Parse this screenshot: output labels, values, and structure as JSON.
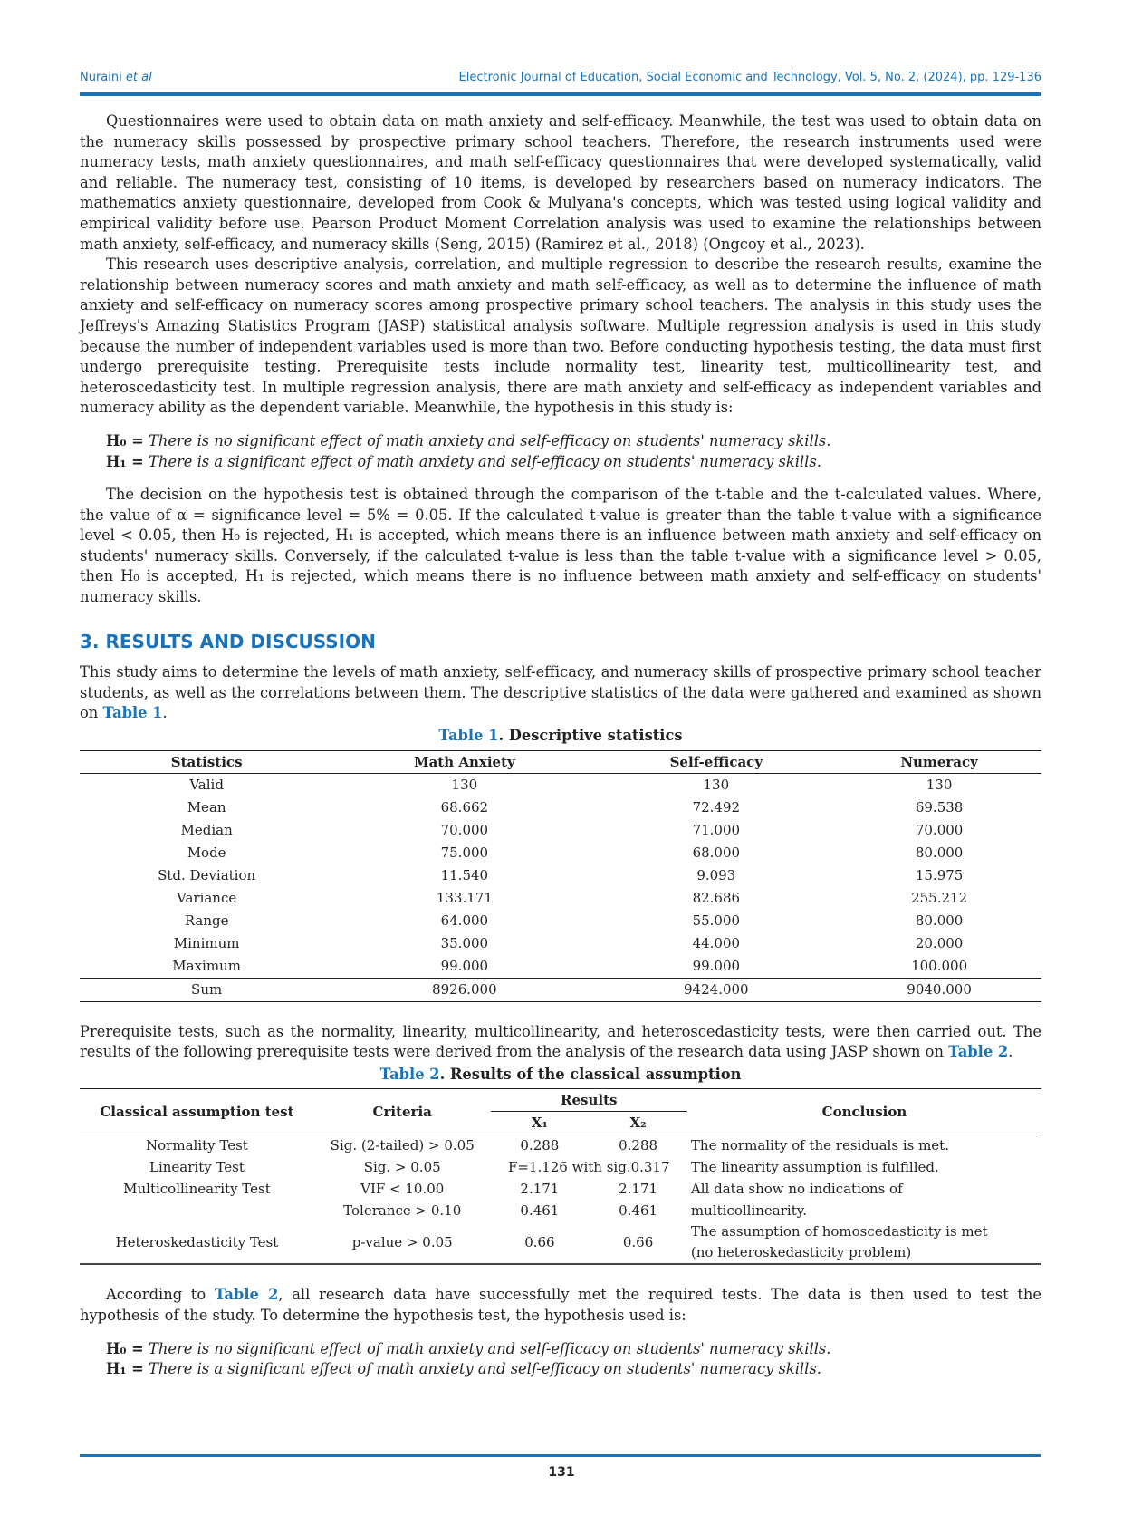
{
  "header": {
    "author": "Nuraini",
    "author_suffix": "et al",
    "journal": "Electronic Journal of Education, Social Economic and Technology, Vol. 5, No. 2, (2024), pp. 129-136"
  },
  "paragraphs": {
    "p1": "Questionnaires were used to obtain data on math anxiety and self-efficacy. Meanwhile, the test was used to obtain data on the numeracy skills possessed by prospective primary school teachers. Therefore, the research instruments used were numeracy tests, math anxiety questionnaires, and math self-efficacy questionnaires that were developed systematically, valid and reliable. The numeracy test, consisting of 10 items, is developed by researchers based on numeracy indicators. The mathematics anxiety questionnaire, developed from Cook & Mulyana's concepts, which was tested using logical validity and empirical validity before use. Pearson Product Moment Correlation analysis was used to examine the relationships between math anxiety, self-efficacy, and numeracy skills (Seng, 2015) (Ramirez et al., 2018) (Ongcoy et al., 2023).",
    "p2": "This research uses descriptive analysis, correlation, and multiple regression to describe the research results, examine the relationship between numeracy scores and math anxiety and math self-efficacy, as well as to determine the influence of math anxiety and self-efficacy on numeracy scores among prospective primary school teachers. The analysis in this study uses the Jeffreys's Amazing Statistics Program (JASP) statistical analysis software. Multiple regression analysis is used in this study because the number of independent variables used is more than two. Before conducting hypothesis testing, the data must first undergo prerequisite testing. Prerequisite tests include normality test, linearity test, multicollinearity test, and heteroscedasticity test. In multiple regression analysis, there are math anxiety and self-efficacy as independent variables and numeracy ability as the dependent variable. Meanwhile, the hypothesis in this study is:",
    "h0_label": "H₀ =",
    "h0": "There is no significant effect of math anxiety and self-efficacy on students' numeracy skills.",
    "h1_label": "H₁ =",
    "h1": "There is a significant effect of math anxiety and self-efficacy on students' numeracy skills.",
    "p3": "The decision on the hypothesis test is obtained through the comparison of the t-table and the t-calculated values. Where, the value of α = significance level = 5% = 0.05. If the calculated t-value is greater than the table t-value with a significance level < 0.05, then H₀  is rejected, H₁ is accepted, which means there is an influence between math anxiety and self-efficacy on students' numeracy skills. Conversely, if the calculated t-value is less than the table t-value with a significance level > 0.05, then H₀ is accepted, H₁ is rejected, which means there is no influence between math anxiety and self-efficacy on students' numeracy skills.",
    "section": "3. RESULTS AND DISCUSSION",
    "p4": "This study aims to determine the levels of math anxiety, self-efficacy, and numeracy skills of prospective primary school teacher students, as well as the correlations between them. The descriptive statistics of the data were gathered and examined as shown on ",
    "p4_ref": "Table 1",
    "p5": "Prerequisite tests, such as the normality, linearity, multicollinearity, and heteroscedasticity tests, were then carried out. The results of the following prerequisite tests were derived from the analysis of the research data using JASP shown on ",
    "p5_ref": "Table 2",
    "p6_a": "According to ",
    "p6_ref": "Table 2",
    "p6_b": ", all research data have successfully met the required tests. The data is then used to test the hypothesis of the study. To determine the hypothesis test, the hypothesis used is:"
  },
  "table1": {
    "ref": "Table 1",
    "title": ". Descriptive statistics",
    "headers": [
      "Statistics",
      "Math Anxiety",
      "Self-efficacy",
      "Numeracy"
    ],
    "rows": [
      [
        "Valid",
        "130",
        "130",
        "130"
      ],
      [
        "Mean",
        "68.662",
        "72.492",
        "69.538"
      ],
      [
        "Median",
        "70.000",
        "71.000",
        "70.000"
      ],
      [
        "Mode",
        "75.000",
        "68.000",
        "80.000"
      ],
      [
        "Std. Deviation",
        "11.540",
        "9.093",
        "15.975"
      ],
      [
        "Variance",
        "133.171",
        "82.686",
        "255.212"
      ],
      [
        "Range",
        "64.000",
        "55.000",
        "80.000"
      ],
      [
        "Minimum",
        "35.000",
        "44.000",
        "20.000"
      ],
      [
        "Maximum",
        "99.000",
        "99.000",
        "100.000"
      ],
      [
        "Sum",
        "8926.000",
        "9424.000",
        "9040.000"
      ]
    ]
  },
  "table2": {
    "ref": "Table 2",
    "title": ". Results of the classical assumption",
    "headers": {
      "test": "Classical assumption test",
      "criteria": "Criteria",
      "results": "Results",
      "x1": "X₁",
      "x2": "X₂",
      "conclusion": "Conclusion"
    },
    "rows": [
      [
        "Normality Test",
        "Sig. (2-tailed) > 0.05",
        "0.288",
        "0.288",
        "The normality of the residuals is met."
      ],
      [
        "Linearity Test",
        "Sig. > 0.05",
        "F=1.126 with sig.0.317",
        "",
        "The linearity assumption is fulfilled."
      ],
      [
        "Multicollinearity Test",
        "VIF < 10.00",
        "2.171",
        "2.171",
        "All data show no indications of"
      ],
      [
        "",
        "Tolerance > 0.10",
        "0.461",
        "0.461",
        "multicollinearity."
      ],
      [
        "Heteroskedasticity Test",
        "p-value > 0.05",
        "0.66",
        "0.66",
        "The assumption of homoscedasticity is met"
      ]
    ],
    "row5_conclusion_2": "(no heteroskedasticity problem)"
  },
  "footer": {
    "page": "131"
  }
}
